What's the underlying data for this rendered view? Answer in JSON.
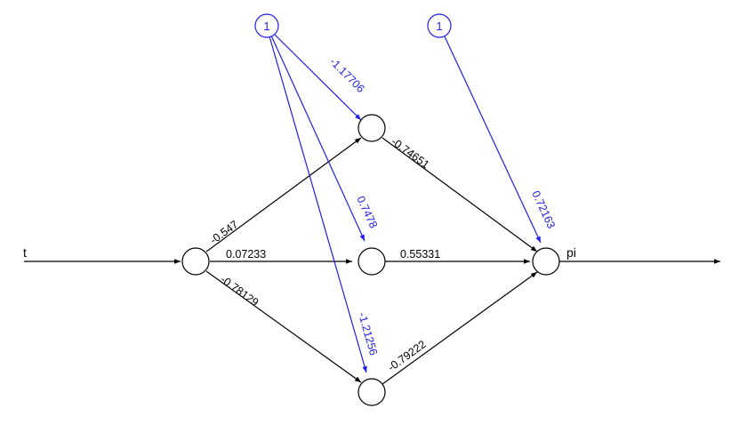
{
  "colors": {
    "weight": "#000000",
    "bias": "#1f1fe6",
    "node_fill": "#ffffff"
  },
  "inputs": [
    {
      "label": "t"
    }
  ],
  "outputs": [
    {
      "label": "pi"
    }
  ],
  "bias_nodes": [
    {
      "label": "1"
    },
    {
      "label": "1"
    }
  ],
  "edges": {
    "input_to_hidden": [
      {
        "from": "t",
        "to": "hidden-1",
        "weight": "-0.547"
      },
      {
        "from": "t",
        "to": "hidden-2",
        "weight": "0.07233"
      },
      {
        "from": "t",
        "to": "hidden-3",
        "weight": "-0.78129"
      }
    ],
    "hidden_to_output": [
      {
        "from": "hidden-1",
        "to": "pi",
        "weight": "-0.74651"
      },
      {
        "from": "hidden-2",
        "to": "pi",
        "weight": "0.55331"
      },
      {
        "from": "hidden-3",
        "to": "pi",
        "weight": "-0.79222"
      }
    ],
    "bias_to_hidden": [
      {
        "from": "bias-1",
        "to": "hidden-1",
        "weight": "-1.17706"
      },
      {
        "from": "bias-1",
        "to": "hidden-2",
        "weight": "0.7478"
      },
      {
        "from": "bias-1",
        "to": "hidden-3",
        "weight": "-1.21256"
      }
    ],
    "bias_to_output": [
      {
        "from": "bias-2",
        "to": "pi",
        "weight": "0.72163"
      }
    ]
  }
}
